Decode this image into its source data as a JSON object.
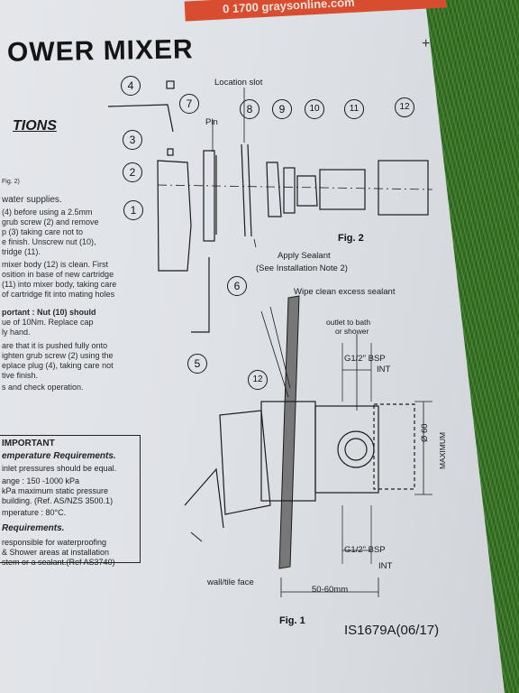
{
  "header": {
    "strip_text": "0 1700  graysonline.com",
    "title": "OWER MIXER",
    "plus": "+"
  },
  "section": {
    "title": "TIONS"
  },
  "instructions": [
    "Fig. 2)",
    "water supplies.",
    "(4) before using a 2.5mm",
    "grub screw (2) and remove",
    "p (3) taking care not to",
    "e finish. Unscrew nut (10),",
    "tridge (11).",
    "mixer body (12) is clean. First",
    "osition in base of new cartridge",
    "(11) into mixer body, taking care",
    "of cartridge fit into mating holes",
    "portant : Nut (10) should",
    "ue of 10Nm. Replace cap",
    "ly hand.",
    "are that it is pushed fully onto",
    "ighten grub screw (2) using the",
    "eplace plug (4), taking care not",
    "tive finish.",
    "s and check operation."
  ],
  "important_box": {
    "heading": "IMPORTANT",
    "subheading": "emperature Requirements.",
    "lines": [
      "inlet pressures should be equal.",
      "ange : 150 -1000 kPa",
      "kPa maximum static pressure",
      "building. (Ref. AS/NZS 3500.1)",
      "mperature : 80°C."
    ],
    "subheading2": "Requirements.",
    "lines2": [
      "responsible for waterproofing",
      "& Shower areas at installation",
      "stem or a sealant.(Ref AS3740)"
    ]
  },
  "fig2": {
    "labels": {
      "location_slot": "Location slot",
      "pin": "Pin",
      "apply_sealant": "Apply Sealant",
      "see_note": "(See Installation Note 2)",
      "caption": "Fig. 2"
    },
    "callouts": [
      "1",
      "2",
      "3",
      "4",
      "5",
      "6",
      "7",
      "8",
      "9",
      "10",
      "11",
      "12"
    ]
  },
  "fig1": {
    "labels": {
      "wipe": "Wipe clean excess sealant",
      "outlet": "outlet to bath",
      "outlet2": "or shower",
      "g_top": "G1/2\"  BSP",
      "int_top": "INT",
      "g_bottom": "G1/2\"  BSP",
      "int_bottom": "INT",
      "diameter": "Ø 60",
      "maximum": "MAXIMUM",
      "wall": "wall/tile face",
      "depth": "50-60mm",
      "caption": "Fig. 1",
      "callout": "12"
    }
  },
  "doc_id": "IS1679A(06/17)"
}
